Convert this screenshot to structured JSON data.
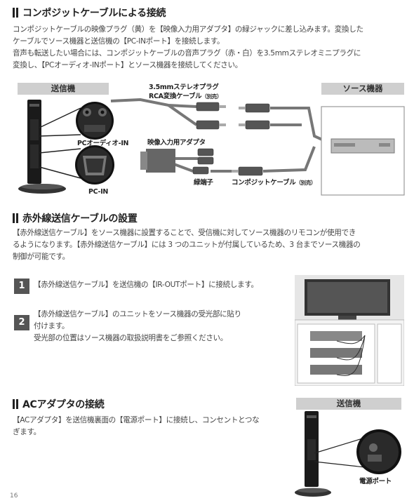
{
  "composite": {
    "title": "コンポジットケーブルによる接続",
    "lines": [
      "コンポジットケーブルの映像プラグ（黄）を【映像入力用アダプタ】の緑ジャックに差し込みます。変換した",
      "ケーブルでソース機器と送信機の【PC-INポート】を接続します。",
      "音声も転送したい場合には、コンポジットケーブルの音声プラグ（赤・白）を3.5mmステレオミニプラグに",
      "変換し、【PCオーディオ-INポート】とソース機器を接続してください。"
    ]
  },
  "diagram": {
    "transmitter_header": "送信機",
    "source_header": "ソース機器",
    "cable_label_1": "3.5mmステレオプラグ",
    "cable_label_2": "RCA変換ケーブル",
    "cable_label_2_note": "（別売）",
    "pc_audio_in": "PCオーディオ-IN",
    "pc_in": "PC-IN",
    "video_adapter": "映像入力用アダプタ",
    "green_terminal": "緑端子",
    "composite_cable": "コンポジットケーブル",
    "composite_cable_note": "（別売）"
  },
  "ir": {
    "title": "赤外線送信ケーブルの設置",
    "lines": [
      "【赤外線送信ケーブル】をソース機器に設置することで、受信機に対してソース機器のリモコンが使用でき",
      "るようになります。【赤外線送信ケーブル】には 3 つのユニットが付属しているため、3 台までソース機器の",
      "制御が可能です。"
    ],
    "steps": [
      {
        "num": "1",
        "lines": [
          "【赤外線送信ケーブル】を送信機の【IR-OUTポート】に接続します。"
        ]
      },
      {
        "num": "2",
        "lines": [
          "【赤外線送信ケーブル】のユニットをソース機器の受光部に貼り",
          "付けます。",
          "受光部の位置はソース機器の取扱説明書をご参照ください。"
        ]
      }
    ]
  },
  "ac": {
    "title": "ACアダプタの接続",
    "lines": [
      "【ACアダプタ】を送信機裏面の【電源ポート】に接続し、コンセントとつな",
      "ぎます。"
    ],
    "transmitter_header": "送信機",
    "power_port": "電源ポート"
  },
  "page_number": "16"
}
